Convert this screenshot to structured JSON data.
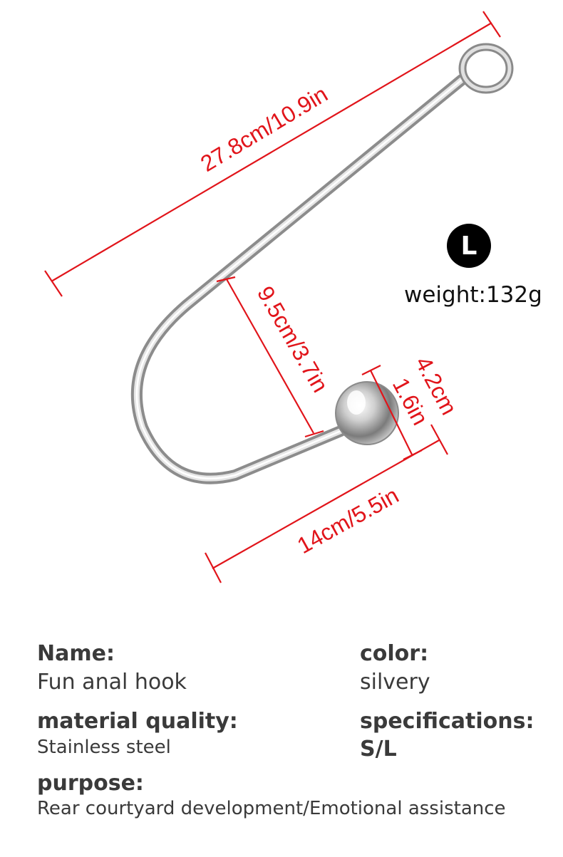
{
  "dimensions": {
    "total_length": "27.8cm/10.9in",
    "hook_depth": "9.5cm/3.7in",
    "ball_diameter_cm": "4.2cm",
    "ball_diameter_in": "1.6in",
    "hook_width": "14cm/5.5in"
  },
  "size_badge": "L",
  "weight": "weight:132g",
  "specs": {
    "name_label": "Name:",
    "name_value": "Fun anal hook",
    "color_label": "color:",
    "color_value": "silvery",
    "material_label": "material quality:",
    "material_value": "Stainless steel",
    "specifications_label": "specifications:",
    "specifications_value": "S/L",
    "purpose_label": "purpose:",
    "purpose_value": "Rear courtyard development/Emotional assistance"
  }
}
